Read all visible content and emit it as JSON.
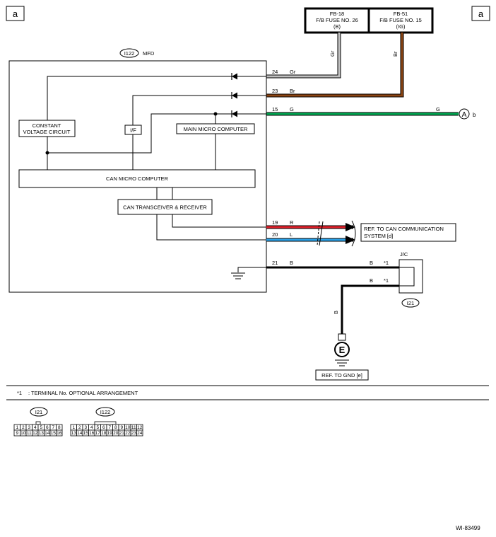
{
  "corner_marks": {
    "left": "a",
    "right": "a"
  },
  "fuses": [
    {
      "code": "FB-18",
      "name": "F/B FUSE NO. 26",
      "state": "(B)"
    },
    {
      "code": "FB-51",
      "name": "F/B FUSE NO. 15",
      "state": "(IG)"
    }
  ],
  "fuse_wire_colors": [
    "Gr",
    "Br"
  ],
  "module": {
    "connector": "I122",
    "name": "MFD",
    "blocks": {
      "cvc_line1": "CONSTANT",
      "cvc_line2": "VOLTAGE CIRCUIT",
      "if": "I/F",
      "main_mc": "MAIN MICRO COMPUTER",
      "can_mc": "CAN MICRO COMPUTER",
      "can_tr": "CAN TRANSCEIVER & RECEIVER"
    }
  },
  "wires": [
    {
      "terminal": "24",
      "color": "Gr",
      "hex": "#c0c0c0"
    },
    {
      "terminal": "23",
      "color": "Br",
      "hex": "#8b4513"
    },
    {
      "terminal": "15",
      "color": "G",
      "hex": "#00a651"
    },
    {
      "terminal": "19",
      "color": "R",
      "hex": "#e0202a"
    },
    {
      "terminal": "20",
      "color": "L",
      "hex": "#2aa0e6"
    },
    {
      "terminal": "21",
      "color": "B",
      "hex": "#000000"
    }
  ],
  "g_far_label": "G",
  "connection_a": {
    "letter": "A",
    "suffix": "b"
  },
  "can_ref_line1": "REF. TO CAN COMMUNICATION",
  "can_ref_line2": "SYSTEM [d]",
  "jc": {
    "label": "J/C",
    "connector": "I21",
    "wire_b1": "B",
    "wire_b2": "B",
    "star1": "*1",
    "star2": "*1"
  },
  "ground": {
    "wire": "B",
    "symbol": "E",
    "ref": "REF. TO GND [e]"
  },
  "note": {
    "mark": "*1",
    "text": ": TERMINAL No. OPTIONAL ARRANGEMENT"
  },
  "connector_views": [
    {
      "name": "I21",
      "top": [
        "1",
        "2",
        "3",
        "4",
        "5",
        "6",
        "7",
        "8"
      ],
      "bottom": [
        "9",
        "10",
        "11",
        "12",
        "13",
        "14",
        "15",
        "16"
      ]
    },
    {
      "name": "I122",
      "top": [
        "1",
        "2",
        "3",
        "4",
        "5",
        "6",
        "7",
        "8",
        "9",
        "10",
        "11",
        "12"
      ],
      "bottom": [
        "13",
        "14",
        "15",
        "16",
        "17",
        "18",
        "19",
        "20",
        "21",
        "22",
        "23",
        "24"
      ]
    }
  ],
  "figure_id": "WI-83499"
}
